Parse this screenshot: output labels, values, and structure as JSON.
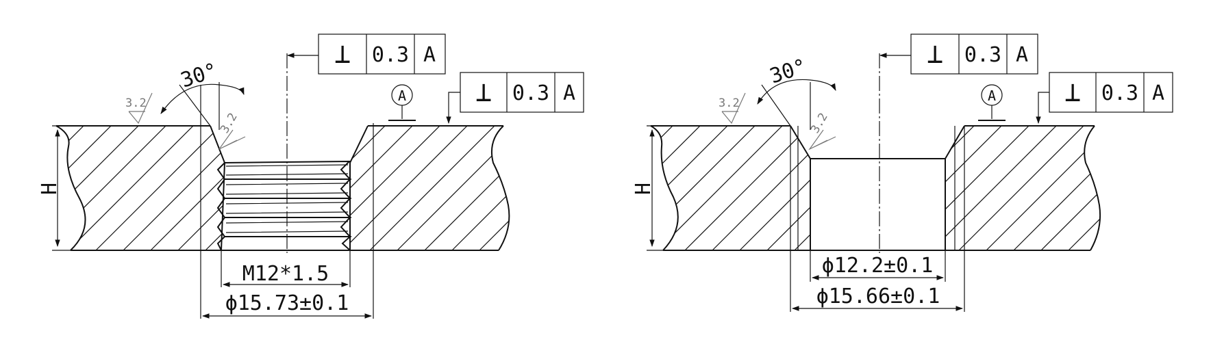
{
  "left_view": {
    "angle": "30°",
    "roughness_top": "3.2",
    "roughness_chamfer": "3.2",
    "height_label": "H",
    "datum": "A",
    "fcf_center": {
      "symbol": "⊥",
      "tolerance": "0.3",
      "datum": "A"
    },
    "fcf_face": {
      "symbol": "⊥",
      "tolerance": "0.3",
      "datum": "A"
    },
    "dim_inner": "M12*1.5",
    "dim_outer": "ϕ15.73±0.1"
  },
  "right_view": {
    "angle": "30°",
    "roughness_top": "3.2",
    "roughness_chamfer": "3.2",
    "height_label": "H",
    "datum": "A",
    "fcf_center": {
      "symbol": "⊥",
      "tolerance": "0.3",
      "datum": "A"
    },
    "fcf_face": {
      "symbol": "⊥",
      "tolerance": "0.3",
      "datum": "A"
    },
    "dim_inner": "ϕ12.2±0.1",
    "dim_outer": "ϕ15.66±0.1"
  }
}
